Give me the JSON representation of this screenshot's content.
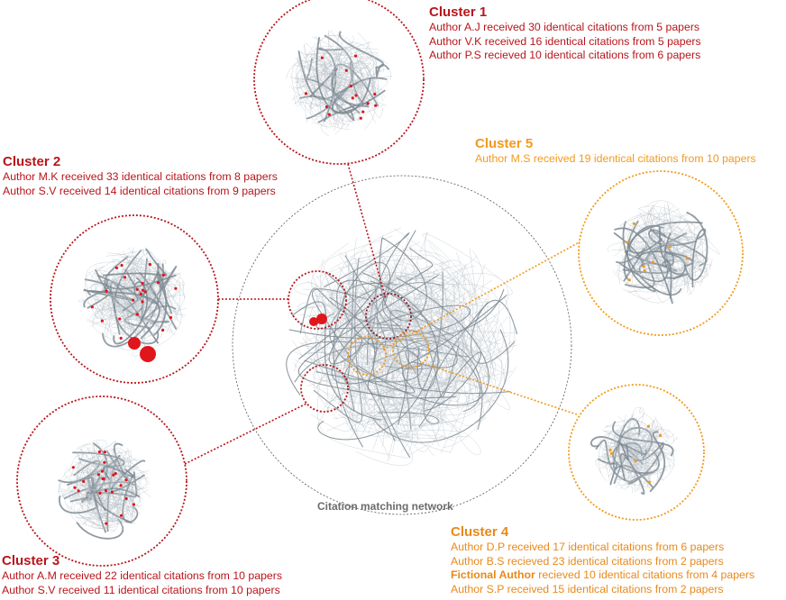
{
  "network_title": "Citation matching network",
  "clusters": [
    {
      "id": "cluster-1",
      "title": "Cluster 1",
      "color": "#b8151b",
      "lines": [
        {
          "author": "Author A.J",
          "rest": " received 30 identical citations from 5 papers"
        },
        {
          "author": "Author V.K",
          "rest": " received 16 identical citations from 5 papers"
        },
        {
          "author": "Author P.S",
          "rest": " recieved 10 identical citations from 6 papers"
        }
      ]
    },
    {
      "id": "cluster-2",
      "title": "Cluster 2",
      "color": "#b8151b",
      "lines": [
        {
          "author": "Author M.K",
          "rest": " received 33 identical citations from 8 papers"
        },
        {
          "author": "Author S.V",
          "rest": " received 14 identical citations from 9 papers"
        }
      ]
    },
    {
      "id": "cluster-3",
      "title": "Cluster 3",
      "color": "#b8151b",
      "lines": [
        {
          "author": "Author A.M",
          "rest": " received 22 identical citations from 10 papers"
        },
        {
          "author": "Author S.V",
          "rest": " received 11 identical citations from 10 papers"
        }
      ]
    },
    {
      "id": "cluster-4",
      "title": "Cluster 4",
      "color": "#f29a1e",
      "lines": [
        {
          "author": "Author D.P",
          "rest": " received 17 identical citations from 6 papers"
        },
        {
          "author": "Author B.S",
          "rest": " recieved 23 identical citations from 2 papers"
        },
        {
          "author": "Fictional Author",
          "rest": " recieved 10 identical citations from 4 papers"
        },
        {
          "author": "Author S.P",
          "rest": " received 15 identical citations from 2 papers"
        }
      ]
    },
    {
      "id": "cluster-5",
      "title": "Cluster 5",
      "color": "#f29a1e",
      "lines": [
        {
          "author": "Author M.S",
          "rest": " received 19 identical citations from 10 papers"
        }
      ]
    }
  ]
}
